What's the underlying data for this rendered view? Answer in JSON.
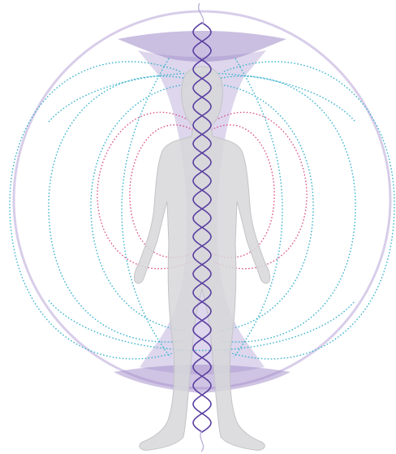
{
  "diagram": {
    "subject": "human-figure",
    "colors": {
      "background": "#ffffff",
      "sphere_outline": "#d8cde9",
      "vortex_fill": "#9f8ac8",
      "figure_fill": "#d7d7d9",
      "figure_stroke": "#c4c4c8",
      "outer_field_lines": "#3db4cf",
      "inner_field_lines": "#d94f86",
      "helix_strands": "#5a3fa0"
    },
    "field_layers": [
      {
        "name": "outer-field",
        "style": "dotted",
        "color_key": "outer_field_lines"
      },
      {
        "name": "inner-field",
        "style": "dotted",
        "color_key": "inner_field_lines"
      }
    ],
    "helix": {
      "strands": 2,
      "twists": 11
    },
    "text_labels": []
  }
}
